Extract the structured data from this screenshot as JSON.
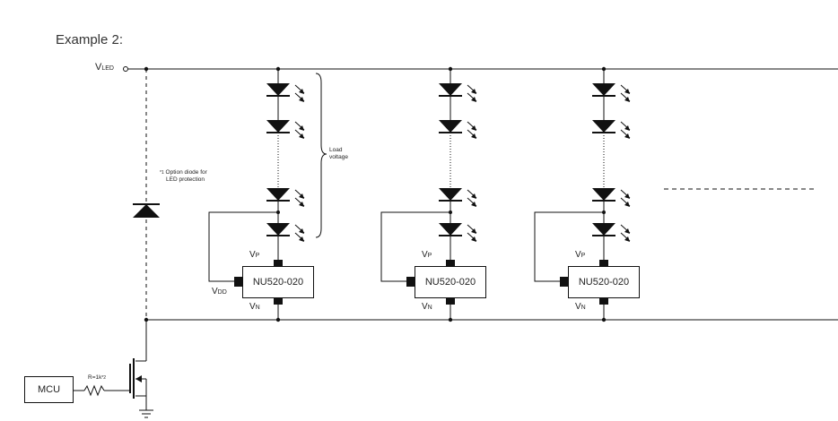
{
  "title": "Example 2:",
  "supply": {
    "label_main": "V",
    "label_sub": "LED"
  },
  "diode_note": {
    "marker": "*1",
    "line1": "Option diode for",
    "line2": "LED protection"
  },
  "load_voltage": {
    "line1": "Load",
    "line2": "voltage"
  },
  "driver": {
    "chip_label": "NU520-020",
    "vp_main": "V",
    "vp_sub": "P",
    "vn_main": "V",
    "vn_sub": "N",
    "vdd_main": "V",
    "vdd_sub": "DD"
  },
  "resistor": {
    "label": "R=1k",
    "marker": "*2"
  },
  "mcu": {
    "label": "MCU"
  },
  "colors": {
    "wire": "#111111",
    "text": "#222222"
  },
  "icons": [
    "led-icon",
    "diode-icon",
    "resistor-icon",
    "mosfet-icon",
    "ground-icon"
  ]
}
